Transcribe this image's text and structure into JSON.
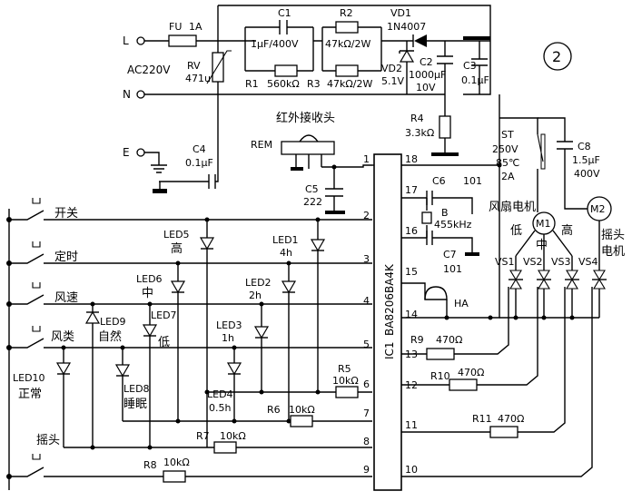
{
  "circuit": {
    "figure_number": "2",
    "power": {
      "line_l": "L",
      "line_n": "N",
      "earth": "E",
      "source": "AC220V"
    },
    "ic": {
      "label": "IC1",
      "part": "BA8206BA4K"
    },
    "pins": [
      "1",
      "2",
      "3",
      "4",
      "5",
      "6",
      "7",
      "8",
      "9",
      "10",
      "11",
      "12",
      "13",
      "14",
      "15",
      "16",
      "17",
      "18"
    ],
    "components": {
      "fu": "FU",
      "fu_val": "1A",
      "rv": "RV",
      "rv_val": "471u",
      "c1": "C1",
      "c1_val": "1μF/400V",
      "r1": "R1",
      "r1_val": "560kΩ",
      "r2": "R2",
      "r2_val": "47kΩ/2W",
      "r3": "R3",
      "r3_val": "47kΩ/2W",
      "vd1": "VD1",
      "vd1_val": "1N4007",
      "vd2": "VD2",
      "vd2_val": "5.1V",
      "c2": "C2",
      "c2_val1": "1000μF",
      "c2_val2": "10V",
      "c3": "C3",
      "c3_val": "0.1μF",
      "r4": "R4",
      "r4_val": "3.3kΩ",
      "c4": "C4",
      "c4_val": "0.1μF",
      "rem": "REM",
      "rem_title": "红外接收头",
      "c5": "C5",
      "c5_val": "222",
      "c6": "C6",
      "c6_val": "101",
      "b": "B",
      "b_val": "455kHz",
      "c7": "C7",
      "c7_val": "101",
      "ha": "HA",
      "st": "ST",
      "st_v1": "250V",
      "st_v2": "85℃",
      "st_v3": "2A",
      "c8": "C8",
      "c8_val1": "1.5μF",
      "c8_val2": "400V",
      "m1": "M1",
      "m2": "M2",
      "fan_motor": "风扇电机",
      "swing_motor_1": "摇头",
      "swing_motor_2": "电机",
      "speed_low": "低",
      "speed_mid": "中",
      "speed_high": "高",
      "vs1": "VS1",
      "vs2": "VS2",
      "vs3": "VS3",
      "vs4": "VS4",
      "r5": "R5",
      "r5_val": "10kΩ",
      "r6": "R6",
      "r6_val": "10kΩ",
      "r7": "R7",
      "r7_val": "10kΩ",
      "r8": "R8",
      "r8_val": "10kΩ",
      "r9": "R9",
      "r9_val": "470Ω",
      "r10": "R10",
      "r10_val": "470Ω",
      "r11": "R11",
      "r11_val": "470Ω"
    },
    "switches": {
      "power": "开关",
      "timer": "定时",
      "speed": "风速",
      "mode": "风类",
      "swing": "摇头"
    },
    "leds": {
      "led1": "LED1",
      "led1_t": "4h",
      "led2": "LED2",
      "led2_t": "2h",
      "led3": "LED3",
      "led3_t": "1h",
      "led4": "LED4",
      "led4_t": "0.5h",
      "led5": "LED5",
      "led5_t": "高",
      "led6": "LED6",
      "led6_t": "中",
      "led7": "LED7",
      "led7_t": "低",
      "led8": "LED8",
      "led8_t": "睡眠",
      "led9": "LED9",
      "led9_t": "自然",
      "led10": "LED10",
      "led10_t": "正常"
    }
  }
}
